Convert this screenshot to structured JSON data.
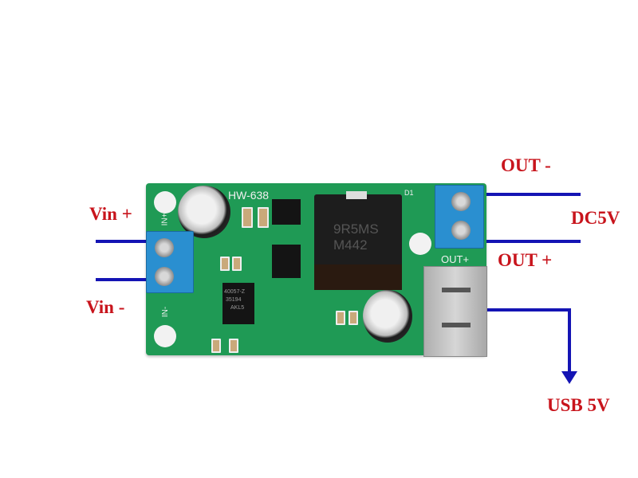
{
  "labels": {
    "vin_plus": "Vin +",
    "vin_minus": "Vin -",
    "out_minus": "OUT -",
    "out_plus": "OUT +",
    "dc5v": "DC5V",
    "usb5v": "USB 5V"
  },
  "board": {
    "model": "HW-638",
    "inductor_line1": "9R5MS",
    "inductor_line2": "M442",
    "out_silk": "OUT+",
    "diode_silk": "D1",
    "ic_line1": "40057-Z",
    "ic_line2": "35194",
    "ic_line3": "AKL5",
    "in_silk_top": "IN+",
    "in_silk_bottom": "IN-"
  },
  "colors": {
    "label": "#c8141c",
    "wire": "#1414b4",
    "pcb": "#1f9a55",
    "terminal": "#2a8fd0"
  }
}
